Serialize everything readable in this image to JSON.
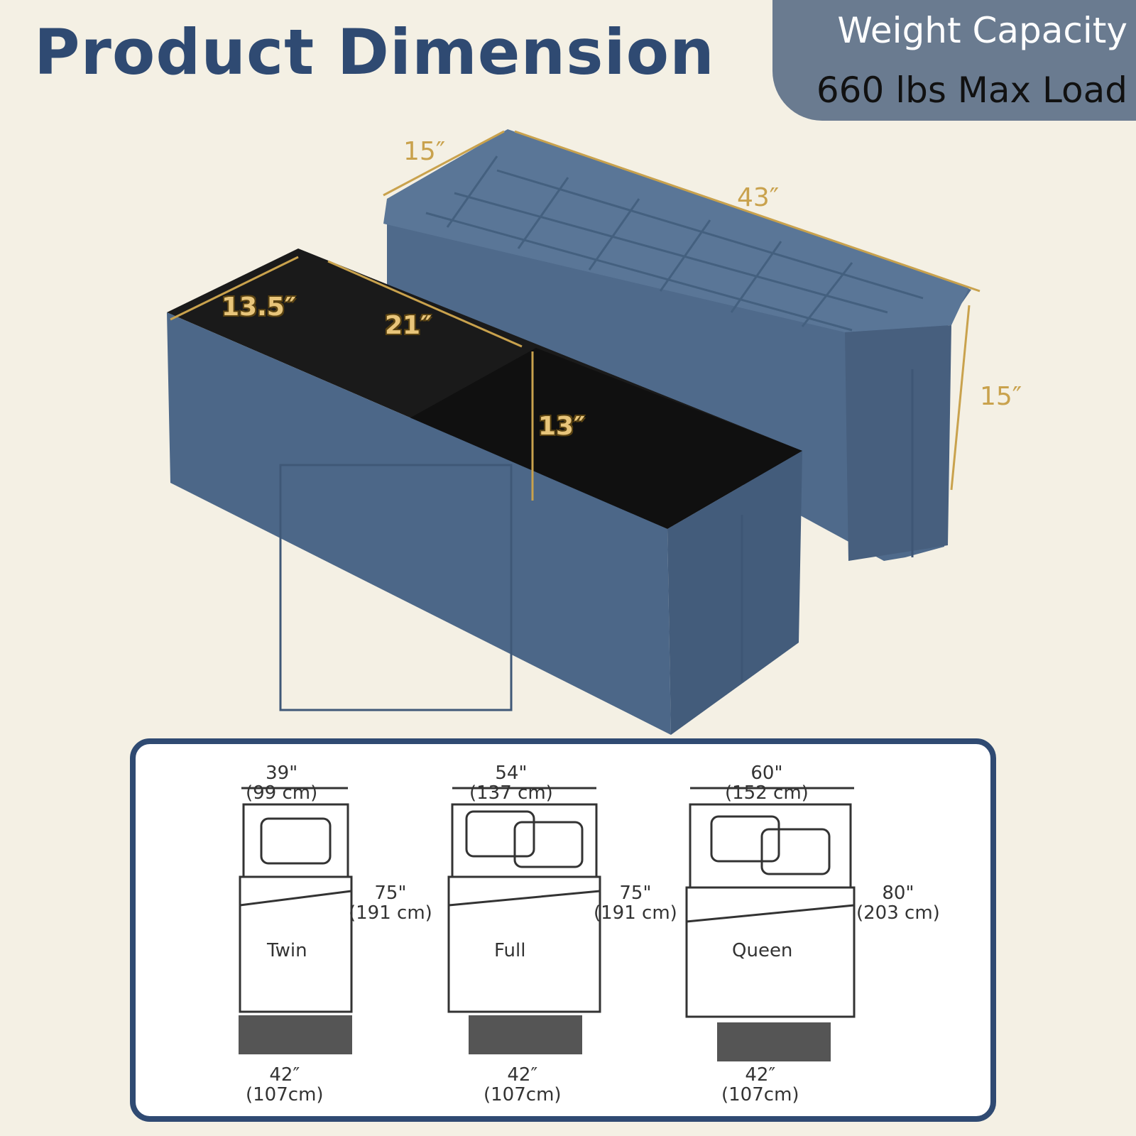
{
  "header": {
    "title": "Product Dimension"
  },
  "capacity": {
    "label": "Weight Capacity",
    "value": "660 lbs Max Load"
  },
  "ottoman_dimensions": {
    "depth": "15″",
    "length": "43″",
    "height": "15″",
    "interior_depth": "13.5″",
    "interior_length": "21″",
    "interior_height": "13″"
  },
  "beds": [
    {
      "name": "Twin",
      "width_in": "39\"",
      "width_cm": "(99 cm)",
      "length_in": "75\"",
      "length_cm": "(191 cm)",
      "bench_in": "42″",
      "bench_cm": "(107cm)"
    },
    {
      "name": "Full",
      "width_in": "54\"",
      "width_cm": "(137 cm)",
      "length_in": "75\"",
      "length_cm": "(191 cm)",
      "bench_in": "42″",
      "bench_cm": "(107cm)"
    },
    {
      "name": "Queen",
      "width_in": "60\"",
      "width_cm": "(152 cm)",
      "length_in": "80\"",
      "length_cm": "(203 cm)",
      "bench_in": "42″",
      "bench_cm": "(107cm)"
    }
  ],
  "colors": {
    "title": "#2f4a72",
    "badge": "#6a7b90",
    "fabric": "#4c6788",
    "dimension_line": "#c9a24d",
    "background": "#f4f0e4"
  }
}
